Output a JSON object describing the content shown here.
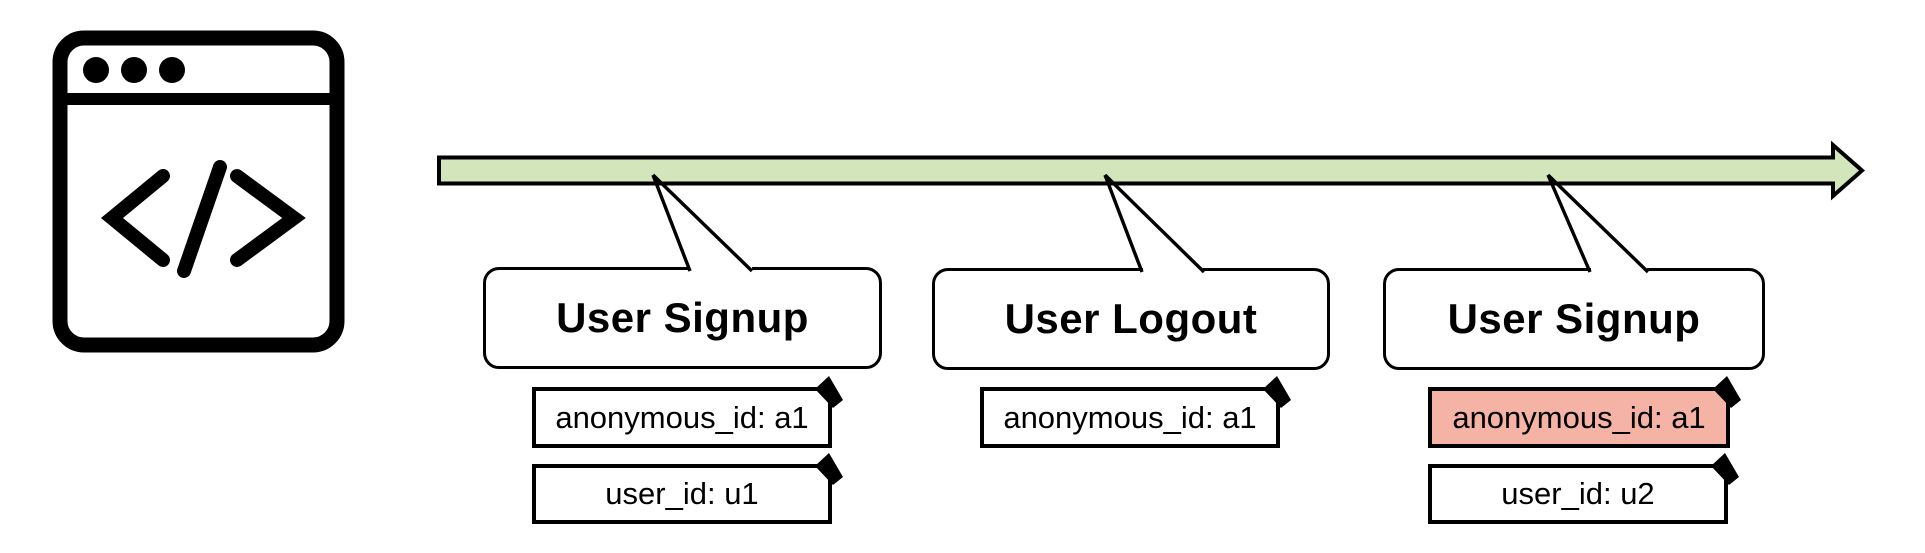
{
  "colors": {
    "timeline_fill": "#d3e5ba",
    "highlight_fill": "#f4b3a5",
    "outline": "#000000",
    "background": "#ffffff"
  },
  "browser_icon": {
    "name": "browser-window-code-icon",
    "glyph": "</>"
  },
  "timeline": {
    "shape": "right-arrow"
  },
  "events": [
    {
      "title": "User Signup",
      "properties": [
        {
          "label": "anonymous_id: a1",
          "highlighted": false
        },
        {
          "label": "user_id: u1",
          "highlighted": false
        }
      ]
    },
    {
      "title": "User Logout",
      "properties": [
        {
          "label": "anonymous_id: a1",
          "highlighted": false
        }
      ]
    },
    {
      "title": "User Signup",
      "properties": [
        {
          "label": "anonymous_id: a1",
          "highlighted": true
        },
        {
          "label": "user_id: u2",
          "highlighted": false
        }
      ]
    }
  ]
}
